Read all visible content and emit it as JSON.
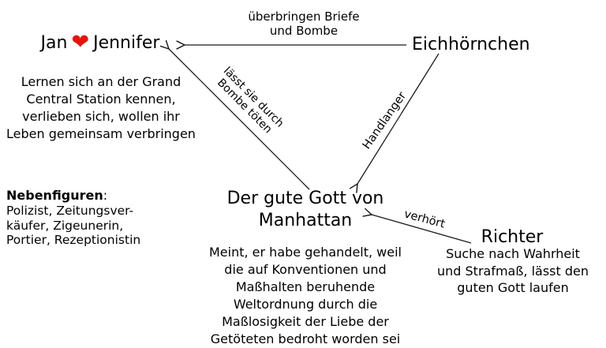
{
  "diagram": {
    "background_color": "#ffffff",
    "text_color": "#000000",
    "line_color": "#1a1a1a",
    "heart_color": "#e8120c",
    "nodes": {
      "couple": {
        "name_left": "Jan",
        "heart_icon": "❤",
        "name_right": "Jennifer",
        "description_lines": [
          "Lernen sich an der Grand",
          "Central Station kennen,",
          "verlieben sich, wollen ihr",
          "Leben gemeinsam verbringen"
        ]
      },
      "eichhoernchen": {
        "title": "Eichhörnchen"
      },
      "gott": {
        "title_line1": "Der gute Gott von",
        "title_line2": "Manhattan",
        "description_lines": [
          "Meint, er habe gehandelt, weil",
          "die auf Konventionen und",
          "Maßhalten beruhende",
          "Weltordnung durch die",
          "Maßlosigkeit der Liebe der",
          "Getöteten bedroht worden sei"
        ]
      },
      "richter": {
        "title": "Richter",
        "description_lines": [
          "Suche nach Wahrheit",
          "und Strafmaß, lässt den",
          "guten Gott laufen"
        ]
      },
      "nebenfiguren": {
        "heading": "Nebenfiguren",
        "colon": ":",
        "lines": [
          "Polizist, Zeitungsver-",
          "käufer, Zigeunerin,",
          "Portier, Rezeptionistin"
        ]
      }
    },
    "edges": {
      "briefe": {
        "label_line1": "überbringen Briefe",
        "label_line2": "und Bombe"
      },
      "bombe": {
        "label_line1": "lässt sie durch",
        "label_line2": "Bombe töten"
      },
      "handlanger": {
        "label": "Handlanger"
      },
      "verhoert": {
        "label": "verhört"
      }
    }
  }
}
